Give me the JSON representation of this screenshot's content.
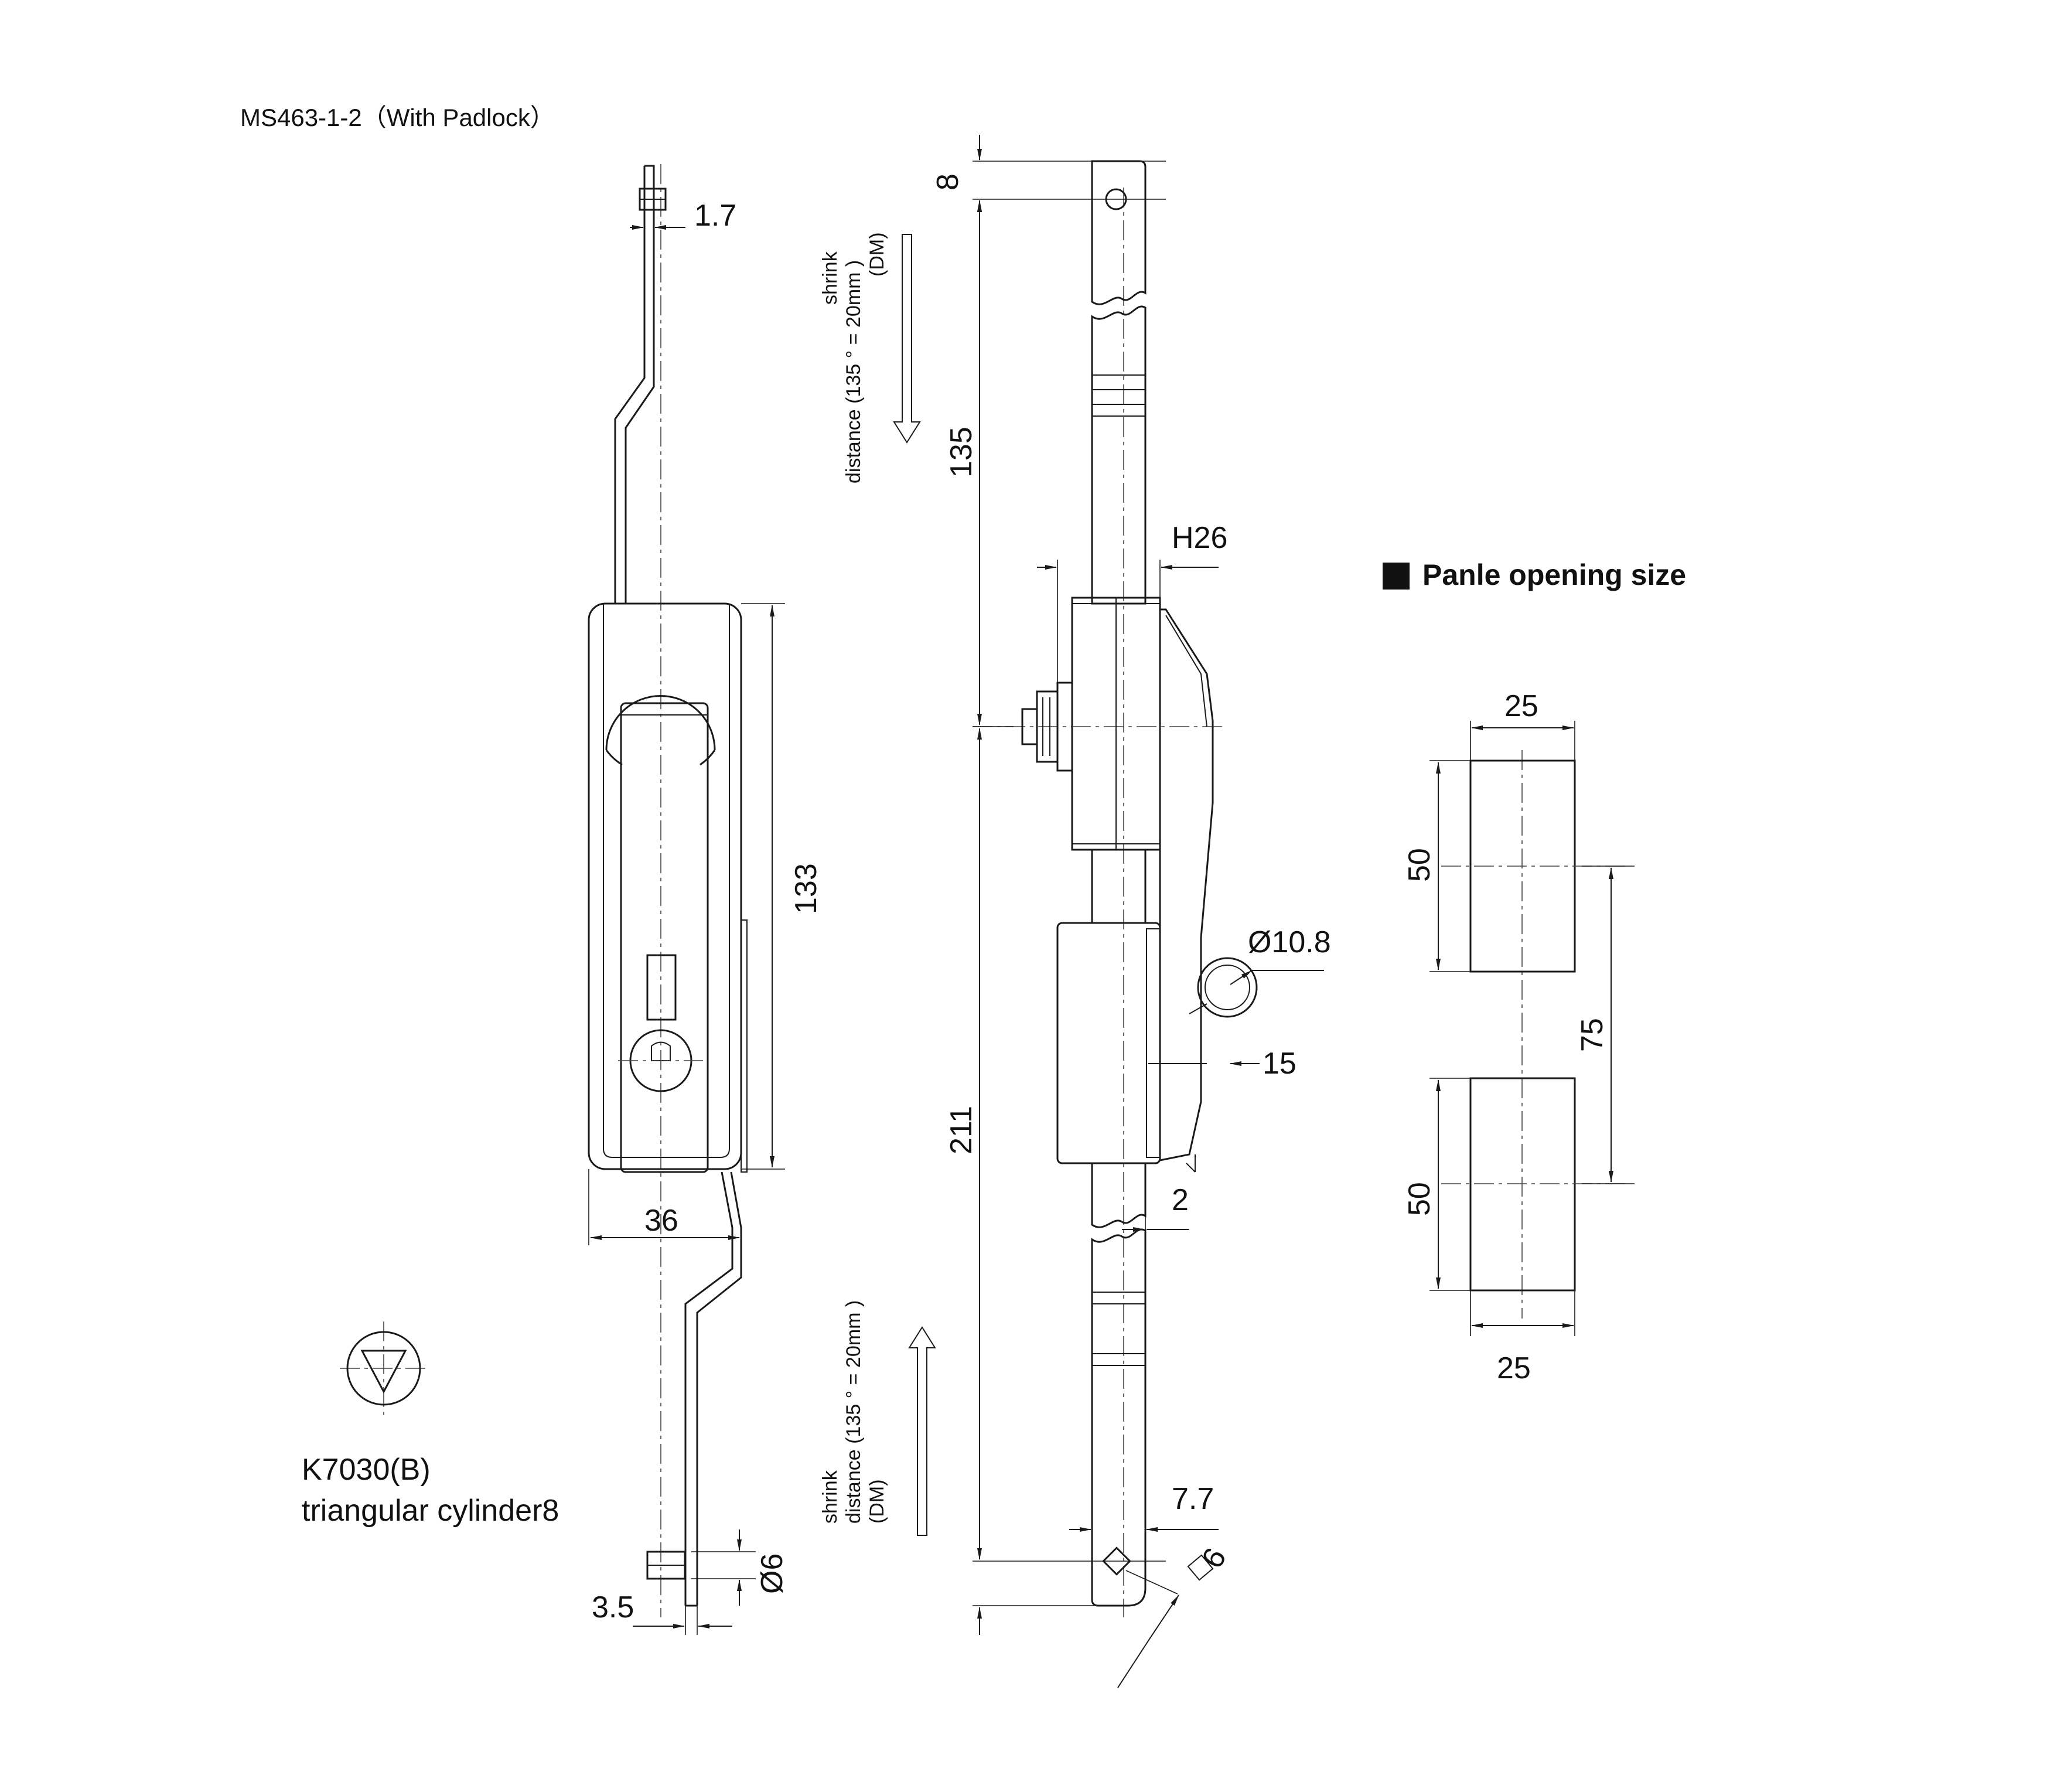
{
  "title": "MS463-1-2（With Padlock）",
  "panel_heading": "Panle opening size",
  "cylinder": {
    "code": "K7030(B)",
    "name": "triangular cylinder8"
  },
  "annotations": {
    "shrink_top": {
      "line1": "shrink",
      "line2": "distance (135 ° = 20mm )",
      "line3": "(DM)"
    },
    "shrink_bottom": {
      "line1": "shrink",
      "line2": "distance (135 ° = 20mm )",
      "line3": "(DM)"
    }
  },
  "dimensions": {
    "top_rod_thickness": "1.7",
    "body_height": "133",
    "body_width": "36",
    "bottom_hole_dia": "Ø6",
    "bottom_rod_thickness": "3.5",
    "top_hole_offset": "8",
    "upper_length": "135",
    "handle_height": "H26",
    "padlock_dia": "Ø10.8",
    "padlock_offset": "15",
    "rod_gap": "2",
    "lower_length": "211",
    "rod_width": "7.7",
    "square_hole": "6",
    "panel_width_top": "25",
    "panel_height_top": "50",
    "panel_pitch": "75",
    "panel_height_bottom": "50",
    "panel_width_bottom": "25"
  },
  "colors": {
    "line": "#1a1a1a",
    "background": "#ffffff"
  }
}
